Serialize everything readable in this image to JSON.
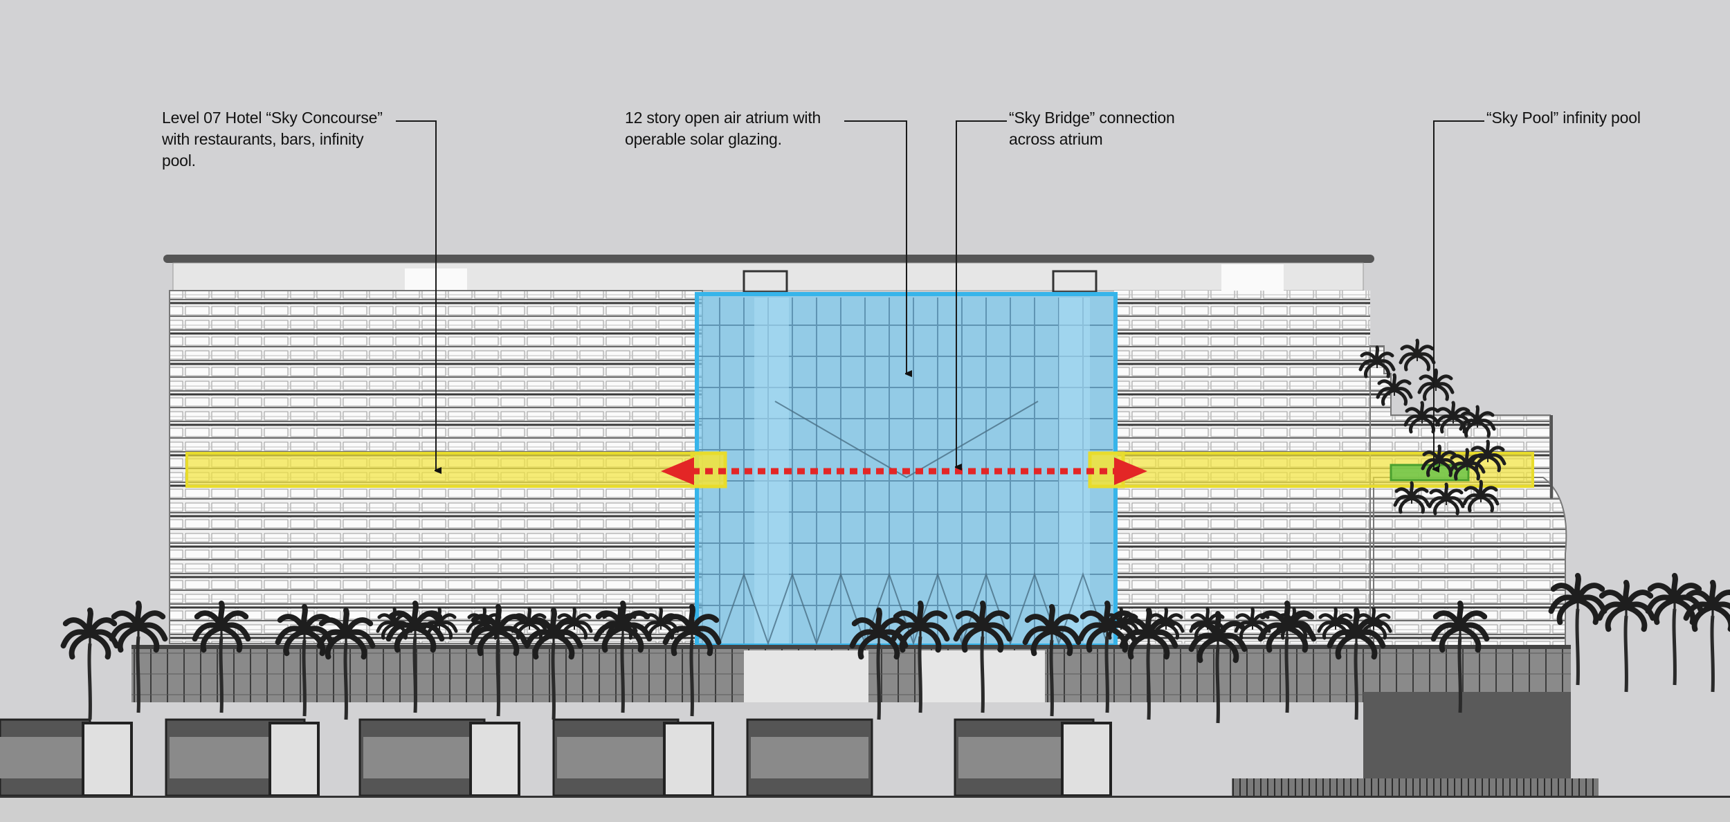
{
  "diagram": {
    "callouts": [
      {
        "id": "sky-concourse",
        "text": "Level 07 Hotel “Sky Concourse”\nwith restaurants, bars, infinity\npool."
      },
      {
        "id": "atrium",
        "text": "12 story open air atrium with\noperable solar glazing."
      },
      {
        "id": "sky-bridge",
        "text": "“Sky Bridge” connection\nacross atrium"
      },
      {
        "id": "sky-pool",
        "text": "“Sky Pool” infinity pool"
      }
    ]
  },
  "colors": {
    "background": "#d2d2d4",
    "atrium_glazing": "#7ec8ec",
    "atrium_outline": "#36b4ea",
    "concourse_band": "#f2e43c",
    "concourse_outline": "#e8dc2c",
    "sky_bridge_arrow": "#e32626",
    "sky_pool": "#6cc44a",
    "leader_line": "#1a1a1a"
  },
  "icons": {
    "palm_trees": "palm-tree-icon",
    "arrow_heads": "arrowhead-icon"
  }
}
